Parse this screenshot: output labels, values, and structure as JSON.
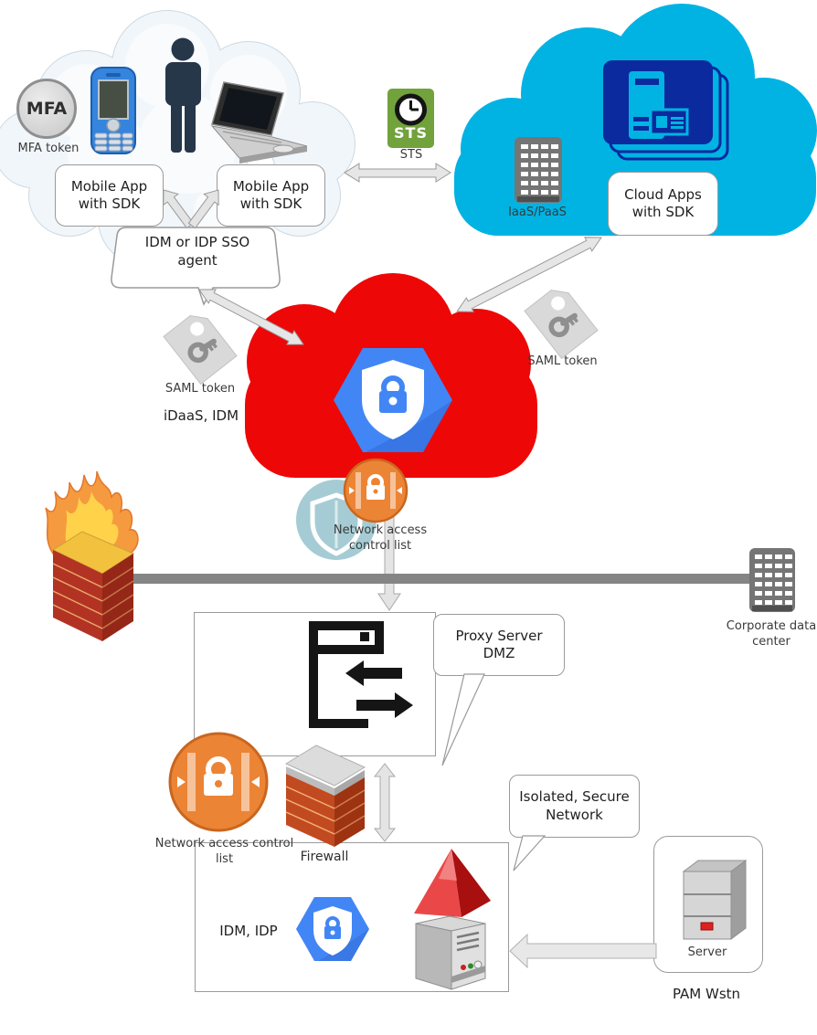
{
  "colors": {
    "cyan_cloud": "#00b3e3",
    "red_cloud": "#ee0707",
    "security_blue": "#4286f5",
    "nacl_orange": "#ec8435",
    "sts_green": "#71a23c",
    "app_navy": "#0a2a9e",
    "connector_gray": "#e4e4e4",
    "backbone_gray": "#858585"
  },
  "user_cloud": {
    "mfa_badge": "MFA",
    "mfa_label": "MFA token",
    "mobile_app_left": "Mobile App\nwith SDK",
    "mobile_app_right": "Mobile App\nwith SDK",
    "sso_agent": "IDM or IDP SSO\nagent"
  },
  "sts": {
    "badge": "STS",
    "label": "STS"
  },
  "provider_cloud": {
    "iaas_label": "IaaS/PaaS",
    "cloud_apps": "Cloud Apps\nwith SDK"
  },
  "idaas_cloud": {
    "saml_token_left": "SAML token",
    "name": "iDaaS, IDM",
    "saml_token_right": "SAML token",
    "nacl_label": "Network access\ncontrol list"
  },
  "perimeter": {
    "corporate_label": "Corporate data\ncenter",
    "proxy_callout": "Proxy Server\nDMZ"
  },
  "secure_network": {
    "nacl_label": "Network access control\nlist",
    "firewall_label": "Firewall",
    "idm_idp": "IDM, IDP",
    "callout": "Isolated, Secure\nNetwork",
    "server_label": "Server",
    "pam_label": "PAM Wstn"
  }
}
